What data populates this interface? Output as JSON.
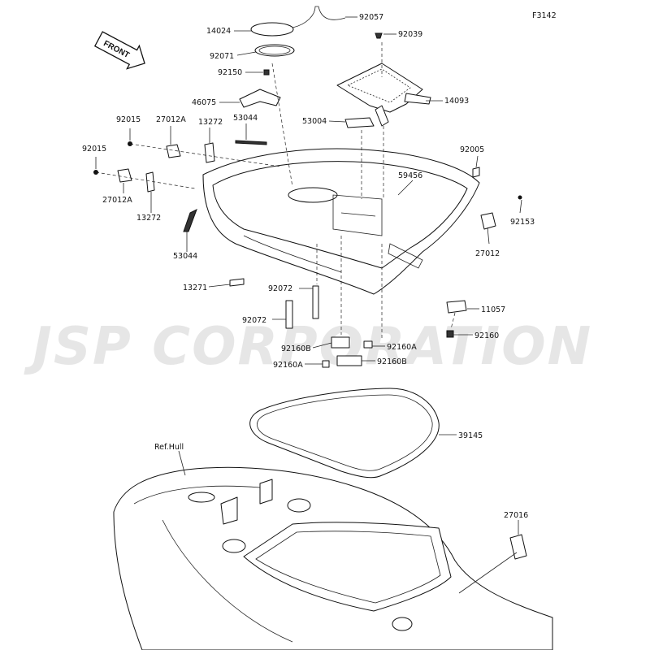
{
  "figure_code": "F3142",
  "front_label": "FRONT",
  "watermark": "JSP CORPORATION",
  "ref_label": "Ref.Hull",
  "callouts": [
    {
      "id": "c14024",
      "text": "14024"
    },
    {
      "id": "c92057",
      "text": "92057"
    },
    {
      "id": "c92039",
      "text": "92039"
    },
    {
      "id": "c92071",
      "text": "92071"
    },
    {
      "id": "c92150",
      "text": "92150"
    },
    {
      "id": "c46075",
      "text": "46075"
    },
    {
      "id": "c14093",
      "text": "14093"
    },
    {
      "id": "c53004",
      "text": "53004"
    },
    {
      "id": "c92015a",
      "text": "92015"
    },
    {
      "id": "c27012Aa",
      "text": "27012A"
    },
    {
      "id": "c13272a",
      "text": "13272"
    },
    {
      "id": "c53044a",
      "text": "53044"
    },
    {
      "id": "c92015b",
      "text": "92015"
    },
    {
      "id": "c27012Ab",
      "text": "27012A"
    },
    {
      "id": "c13272b",
      "text": "13272"
    },
    {
      "id": "c92005",
      "text": "92005"
    },
    {
      "id": "c59456",
      "text": "59456"
    },
    {
      "id": "c92153",
      "text": "92153"
    },
    {
      "id": "c27012",
      "text": "27012"
    },
    {
      "id": "c53044b",
      "text": "53044"
    },
    {
      "id": "c13271",
      "text": "13271"
    },
    {
      "id": "c92072a",
      "text": "92072"
    },
    {
      "id": "c92072b",
      "text": "92072"
    },
    {
      "id": "c11057",
      "text": "11057"
    },
    {
      "id": "c92160",
      "text": "92160"
    },
    {
      "id": "c92160Ba",
      "text": "92160B"
    },
    {
      "id": "c92160Aa",
      "text": "92160A"
    },
    {
      "id": "c92160Ab",
      "text": "92160A"
    },
    {
      "id": "c92160Bb",
      "text": "92160B"
    },
    {
      "id": "c39145",
      "text": "39145"
    },
    {
      "id": "c27016",
      "text": "27016"
    }
  ]
}
